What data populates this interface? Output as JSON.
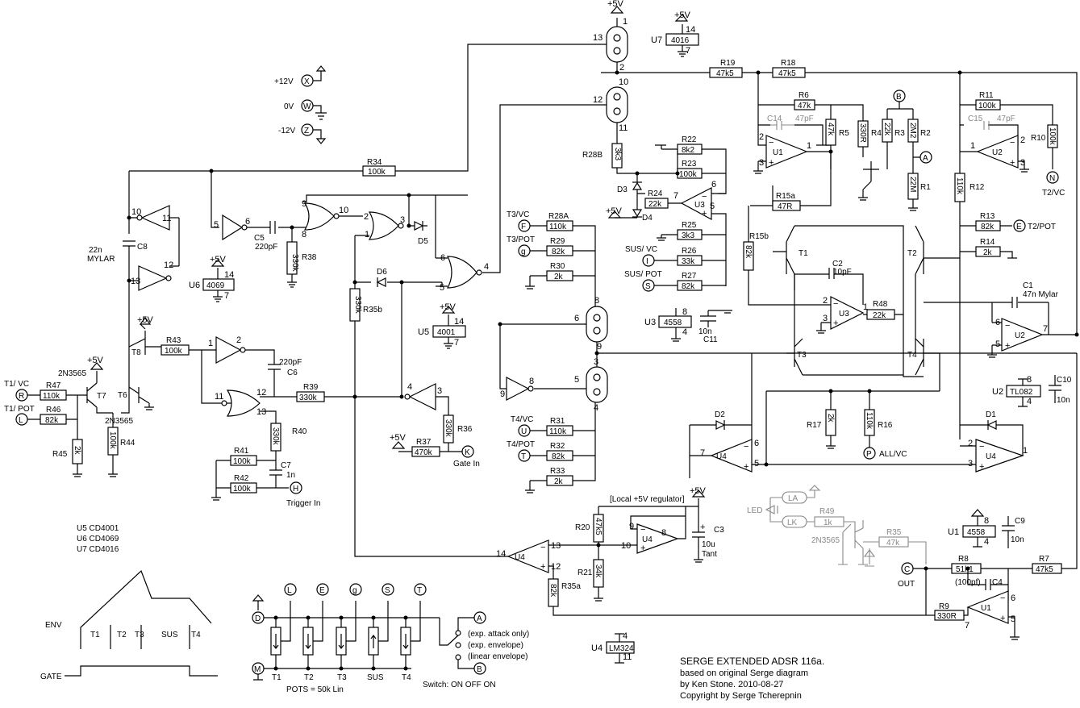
{
  "title": "SERGE EXTENDED ADSR 116a.",
  "credits": [
    "based on original Serge diagram",
    "by Ken Stone. 2010-08-27",
    "Copyright by Serge Tcherepnin"
  ],
  "ics": [
    "U5 CD4001",
    "U6 CD4069",
    "U7 CD4016"
  ],
  "rails": {
    "p12": "+12V",
    "zero": "0V",
    "m12": "-12V",
    "x": "X",
    "w": "W",
    "z": "Z",
    "p5": "+5V"
  },
  "resistors": {
    "r34": "R34",
    "r34v": "100k",
    "r19": "R19",
    "r19v": "47k5",
    "r18": "R18",
    "r18v": "47k5",
    "r38": "R38",
    "r38v": "330k",
    "r28b": "R28B",
    "r28bv": "3k3",
    "r22": "R22",
    "r22v": "8k2",
    "r23": "R23",
    "r23v": "100k",
    "r24": "R24",
    "r24v": "22k",
    "r25": "R25",
    "r25v": "3k3",
    "r26": "R26",
    "r26v": "33k",
    "r27": "R27",
    "r27v": "82k",
    "r28a": "R28A",
    "r28av": "110k",
    "r29": "R29",
    "r29v": "82k",
    "r30": "R30",
    "r30v": "2k",
    "r35b": "R35b",
    "r35bv": "330k",
    "r43": "R43",
    "r43v": "100k",
    "r47": "R47",
    "r47v": "110k",
    "r46": "R46",
    "r46v": "82k",
    "r45": "R45",
    "r45v": "2k",
    "r44": "R44",
    "r44v": "100k",
    "r39": "R39",
    "r39v": "330k",
    "r40": "R40",
    "r40v": "330k",
    "r41": "R41",
    "r41v": "100k",
    "r42": "R42",
    "r42v": "100k",
    "r36": "R36",
    "r36v": "330k",
    "r37": "R37",
    "r37v": "470k",
    "r31": "R31",
    "r31v": "110k",
    "r32": "R32",
    "r32v": "82k",
    "r33": "R33",
    "r33v": "2k",
    "r6": "R6",
    "r6v": "47k",
    "r5": "R5",
    "r5v": "47k",
    "r4": "R4",
    "r4v": "330R",
    "r3": "R3",
    "r3v": "22k",
    "r2": "R2",
    "r2v": "2M2",
    "r1": "R1",
    "r1v": "22M",
    "r11": "R11",
    "r11v": "100k",
    "r10": "R10",
    "r10v": "100k",
    "r12": "R12",
    "r12v": "110k",
    "r13": "R13",
    "r13v": "82k",
    "r14": "R14",
    "r14v": "2k",
    "r15a": "R15a",
    "r15av": "47R",
    "r15b": "R15b",
    "r15bv": "82k",
    "r48": "R48",
    "r48v": "22k",
    "r17": "R17",
    "r17v": "2k",
    "r16": "R16",
    "r16v": "110k",
    "r20": "R20",
    "r20v": "47k5",
    "r21": "R21",
    "r21v": "34k",
    "r35a": "R35a",
    "r35av": "82k",
    "r49": "R49",
    "r49v": "1k",
    "r35": "R35",
    "r35v": "47k",
    "r8": "R8",
    "r8v": "51k1",
    "r7": "R7",
    "r7v": "47k5",
    "r9": "R9",
    "r9v": "330R"
  },
  "caps": {
    "c8": "C8",
    "c8v": "22n",
    "c8t": "MYLAR",
    "c5": "C5",
    "c5v": "220pF",
    "c6": "C6",
    "c6v": "220pF",
    "c7": "C7",
    "c7v": "1n",
    "c14": "C14",
    "c14v": "47pF",
    "c15": "C15",
    "c15v": "47pF",
    "c2": "C2",
    "c2v": "10pF",
    "c1": "C1",
    "c1v": "47n Mylar",
    "c11": "C11",
    "c11v": "10n",
    "c10": "C10",
    "c10v": "10n",
    "c9": "C9",
    "c9v": "10n",
    "c3": "C3",
    "c3v": "10u",
    "c3t": "Tant",
    "c4": "C4",
    "c4v": "(100pf)"
  },
  "semis": {
    "d3": "D3",
    "d4": "D4",
    "d5": "D5",
    "d6": "D6",
    "d2": "D2",
    "d1": "D1",
    "t1": "T1",
    "t2": "T2",
    "t3": "T3",
    "t4": "T4",
    "t6": "T6",
    "t7": "T7",
    "t8": "T8",
    "q": "2N3565",
    "led": "LED"
  },
  "chips": {
    "u7": "U7",
    "u7c": "4016",
    "u6": "U6",
    "u6c": "4069",
    "u5": "U5",
    "u5c": "4001",
    "u3": "U3",
    "u3c": "4558",
    "u2": "U2",
    "u2c": "TL082",
    "u1": "U1",
    "u1c": "4558",
    "u4": "U4",
    "u4c": "LM324"
  },
  "ports": {
    "t1vc": "T1/ VC",
    "t1pot": "T1/ POT",
    "r": "R",
    "l": "L",
    "f": "F",
    "g": "g",
    "t3vc": "T3/VC",
    "t3pot": "T3/POT",
    "i": "I",
    "s": "S",
    "susvc": "SUS/ VC",
    "suspot": "SUS/ POT",
    "u": "U",
    "t": "T",
    "t4vc": "T4/VC",
    "t4pot": "T4/POT",
    "k": "K",
    "gate": "Gate In",
    "h": "H",
    "trig": "Trigger In",
    "e": "E",
    "t2pot": "T2/POT",
    "n": "N",
    "t2vc": "T2/VC",
    "p": "P",
    "allvc": "ALL/VC",
    "c": "C",
    "out": "OUT",
    "a": "A",
    "b": "B",
    "la": "LA",
    "lk": "LK",
    "d": "D",
    "m": "M"
  },
  "regulator": "[Local +5V regulator]",
  "pots": {
    "labels": [
      "T1",
      "T2",
      "T3",
      "SUS",
      "T4"
    ],
    "note": "POTS = 50k Lin",
    "top": [
      "L",
      "E",
      "g",
      "S",
      "T"
    ]
  },
  "switch": {
    "opts": [
      "(exp. attack only)",
      "(exp. envelope)",
      "(linear envelope)"
    ],
    "note": "Switch: ON OFF ON"
  },
  "envelope": {
    "env": "ENV",
    "gate": "GATE",
    "segs": [
      "T1",
      "T2",
      "T3",
      "SUS",
      "T4"
    ]
  }
}
